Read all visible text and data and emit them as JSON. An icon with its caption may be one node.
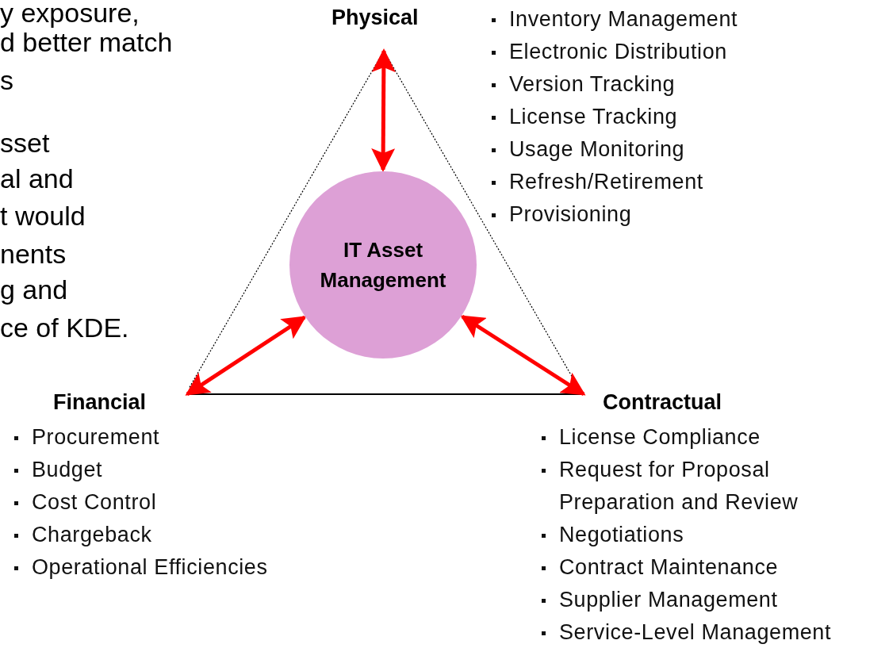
{
  "diagram": {
    "nodes": [
      {
        "text": [
          "IT Asset Management"
        ]
      },
      {
        "text": [
          "Physical"
        ],
        "beside": [
          "Inventory Management",
          "Electronic Distribution",
          "Version Tracking",
          "License Tracking",
          "Usage Monitoring",
          "Refresh/Retirement",
          "Provisioning"
        ]
      },
      {
        "text": [
          "Financial"
        ],
        "beside": [
          "Procurement",
          "Budget",
          "Cost Control",
          "Chargeback",
          "Operational Efficiencies"
        ]
      },
      {
        "text": [
          "Contractual"
        ],
        "beside": [
          "License Compliance",
          "Request for Proposal Preparation and Review",
          "Negotiations",
          "Contract Maintenance",
          "Supplier Management",
          "Service-Level Management"
        ]
      }
    ],
    "edges": [
      {
        "from": 0,
        "to": 1,
        "arrow": "both"
      },
      {
        "from": 0,
        "to": 2,
        "arrow": "both"
      },
      {
        "from": 0,
        "to": 3,
        "arrow": "both"
      }
    ],
    "labels": [
      "y exposure,",
      "d better match",
      "s",
      "sset",
      "al and",
      "t would",
      "nents",
      "g and",
      "ce of KDE."
    ]
  }
}
